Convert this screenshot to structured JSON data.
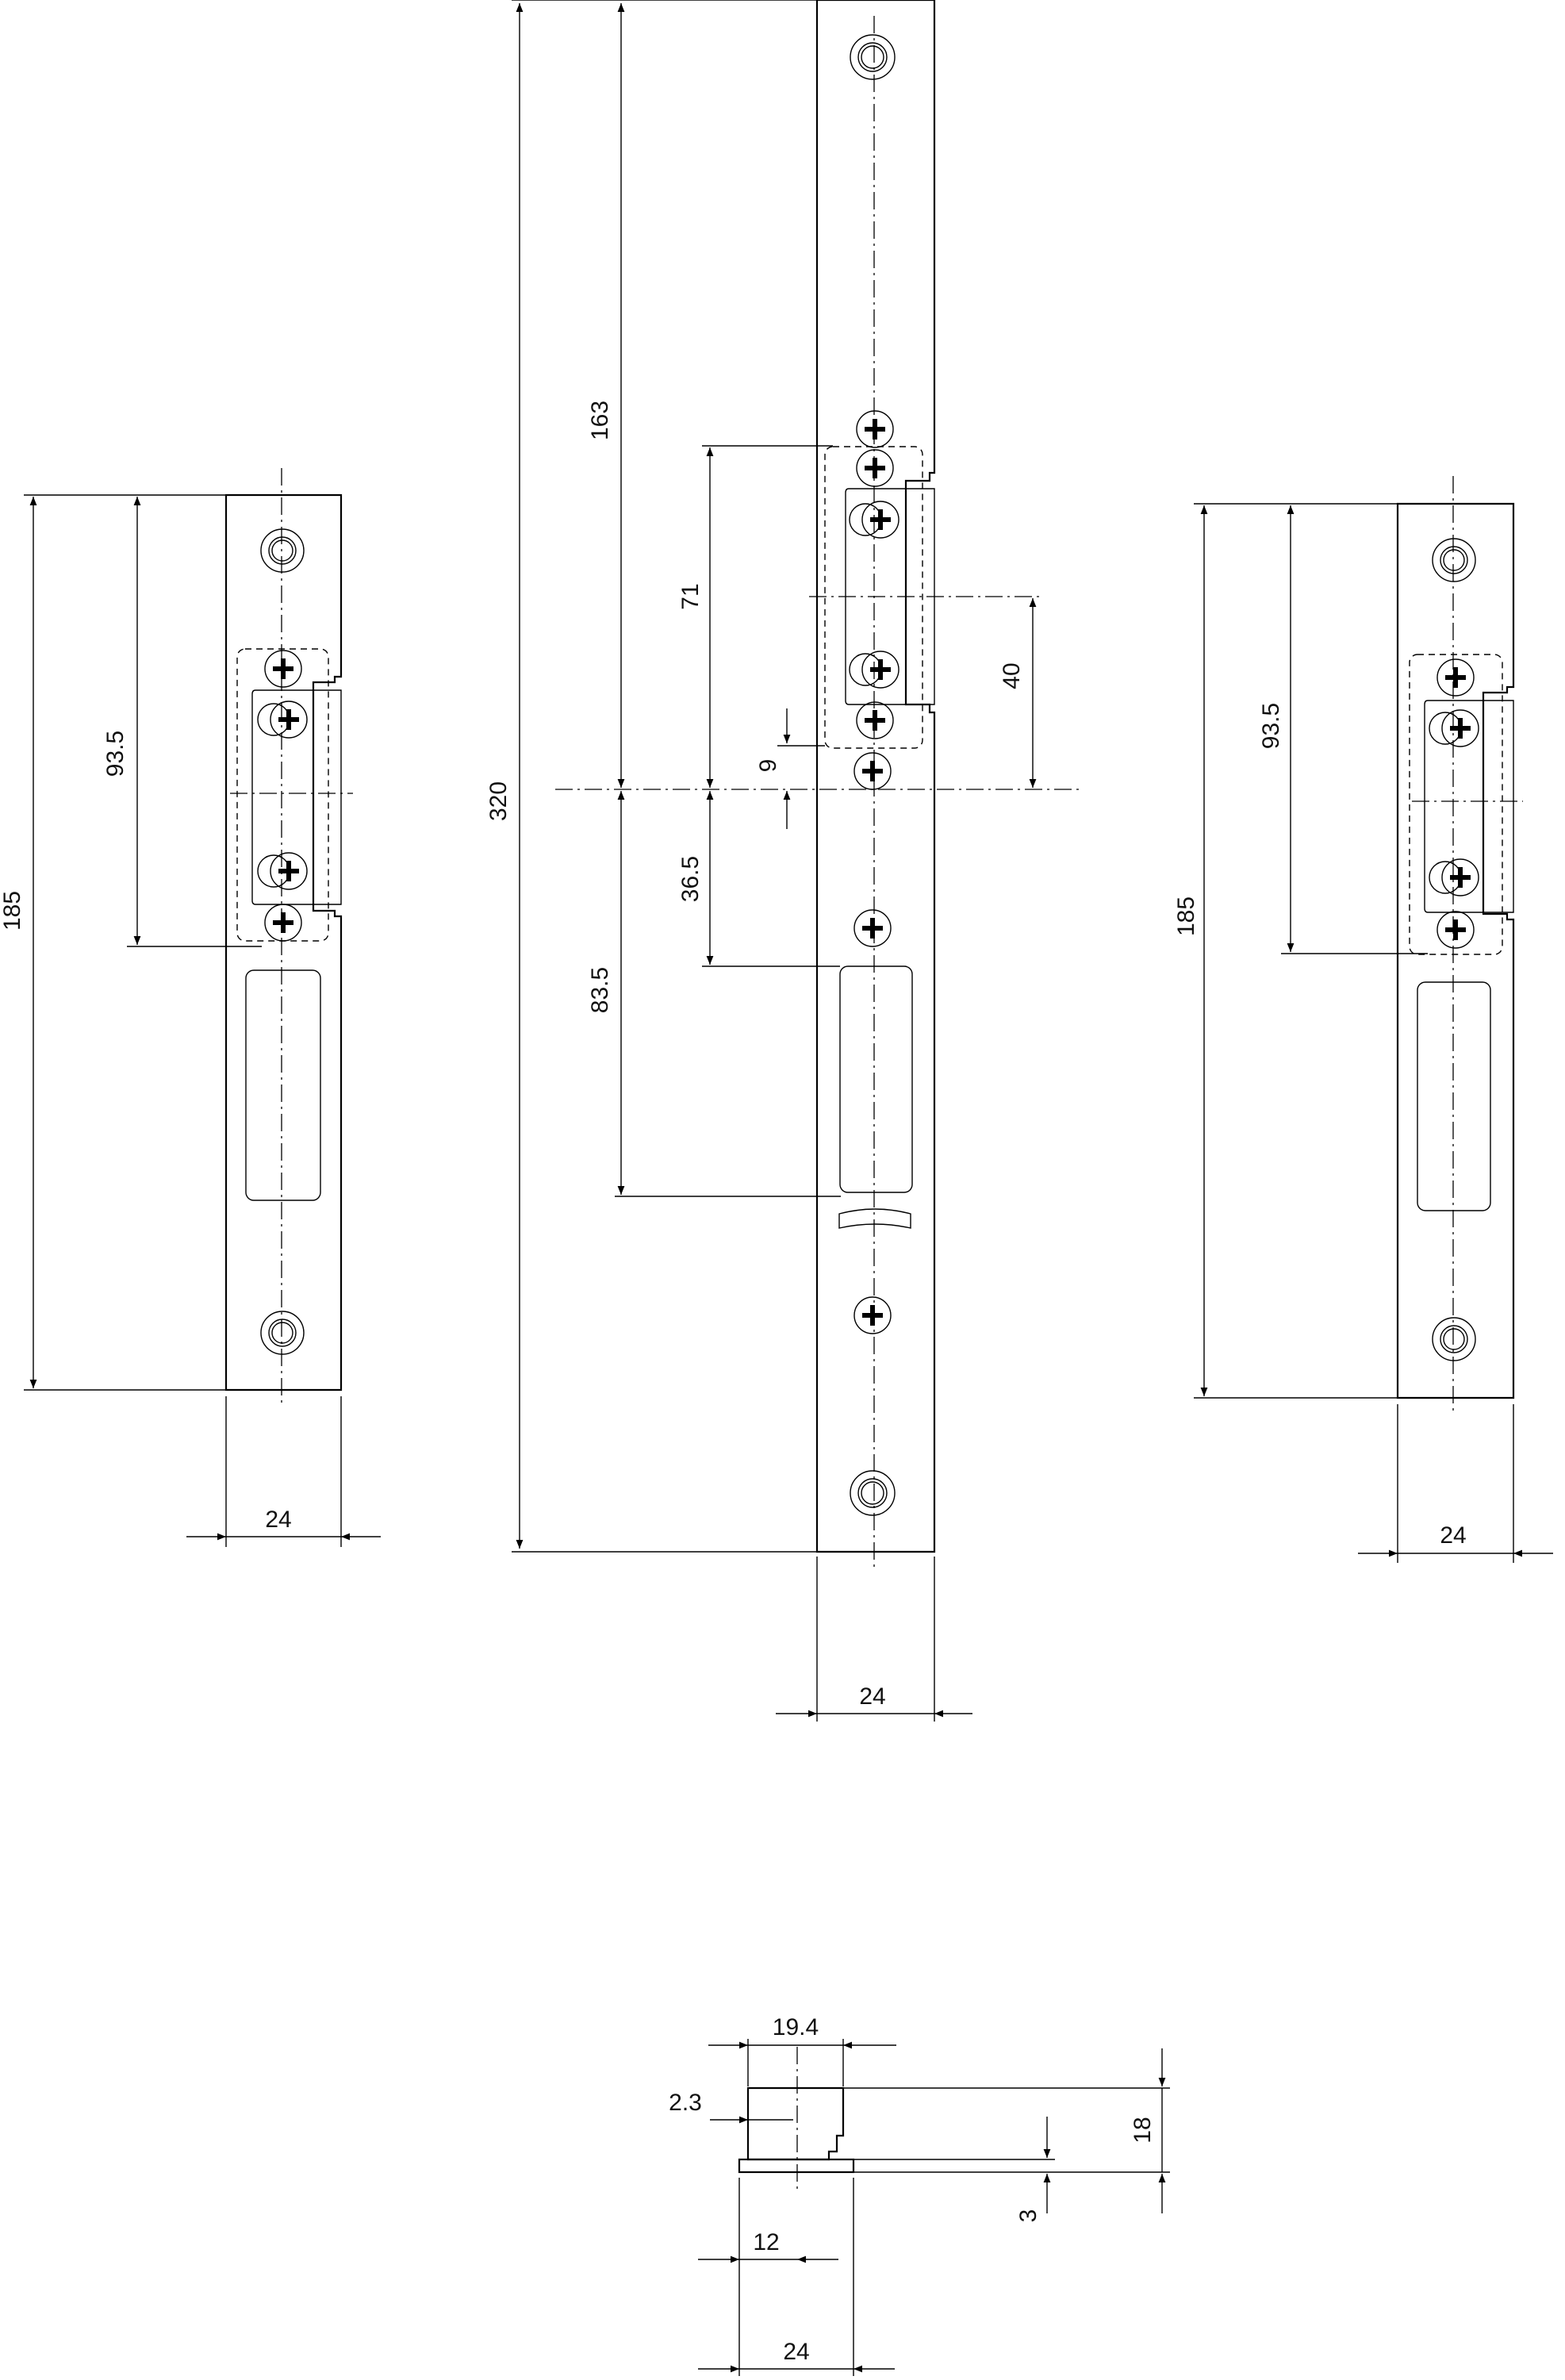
{
  "drawing": {
    "colors": {
      "line": "#000000",
      "background": "#ffffff",
      "text": "#111111"
    },
    "dimensions": {
      "left_height_total": "185",
      "left_height_latch": "93.5",
      "left_width": "24",
      "mid_height_total": "320",
      "mid_height_upper": "163",
      "mid_latch_span": "71",
      "mid_latch_offset": "9",
      "mid_latch_height": "40",
      "mid_lower_1": "36.5",
      "mid_lower_2": "83.5",
      "mid_width": "24",
      "right_height_total": "185",
      "right_height_latch": "93.5",
      "right_width": "24",
      "section_top": "19.4",
      "section_step": "2.3",
      "section_height": "18",
      "section_base": "3",
      "section_half": "12",
      "section_width": "24"
    }
  }
}
